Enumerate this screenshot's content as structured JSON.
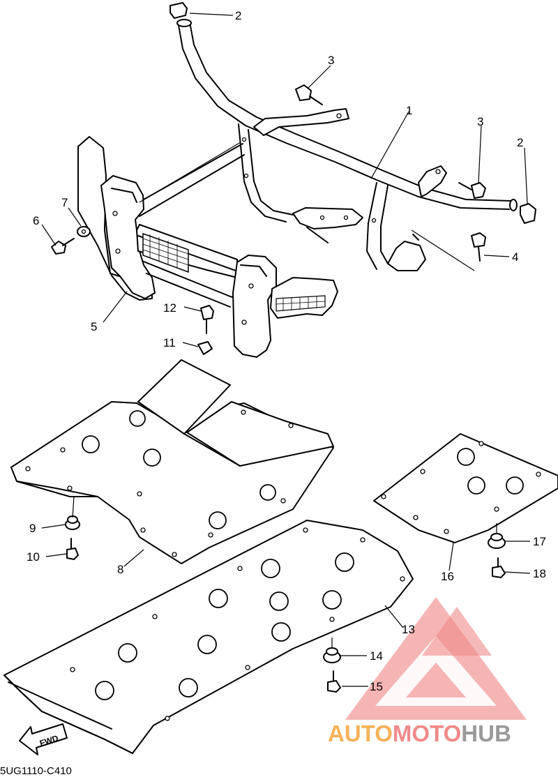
{
  "diagram": {
    "callouts": [
      "1",
      "2",
      "2",
      "3",
      "3",
      "4",
      "5",
      "6",
      "7",
      "8",
      "9",
      "10",
      "11",
      "12",
      "13",
      "14",
      "15",
      "16",
      "17",
      "18"
    ],
    "direction_label": "FWD",
    "drawing_code": "5UG1110-C410"
  },
  "watermark": {
    "part1": "AUTO",
    "part2": "MOTO",
    "part3": "HUB",
    "colors": {
      "logo": "#f29a9a",
      "auto": "#f5b25a",
      "moto": "#f08a8a",
      "hub": "#9a9a9a"
    }
  }
}
